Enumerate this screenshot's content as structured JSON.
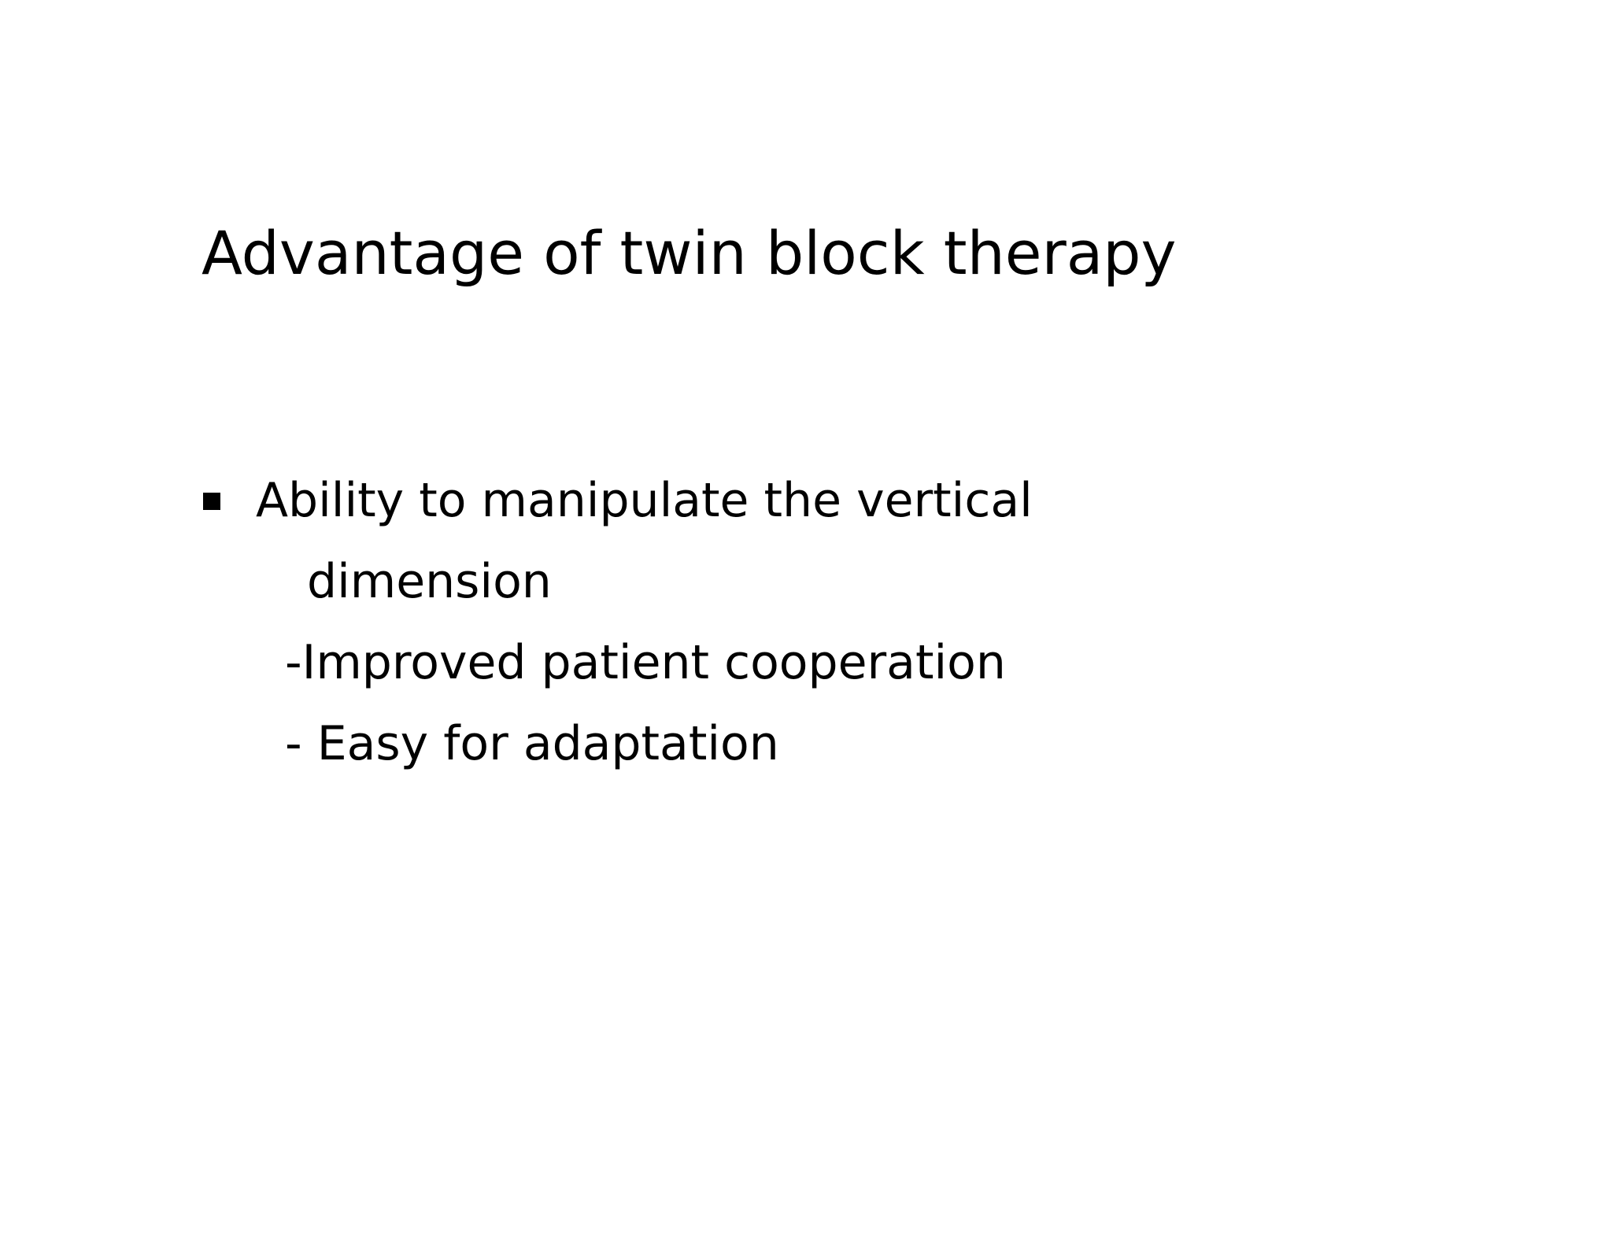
{
  "slide": {
    "title": "Advantage of twin block therapy",
    "bullet_item": {
      "icon": "square-bullet",
      "text_line_1": "Ability to manipulate the vertical",
      "text_line_2": "dimension"
    },
    "sub_items": [
      "-Improved patient cooperation",
      "- Easy for adaptation"
    ],
    "colors": {
      "background": "#ffffff",
      "text": "#000000"
    }
  }
}
